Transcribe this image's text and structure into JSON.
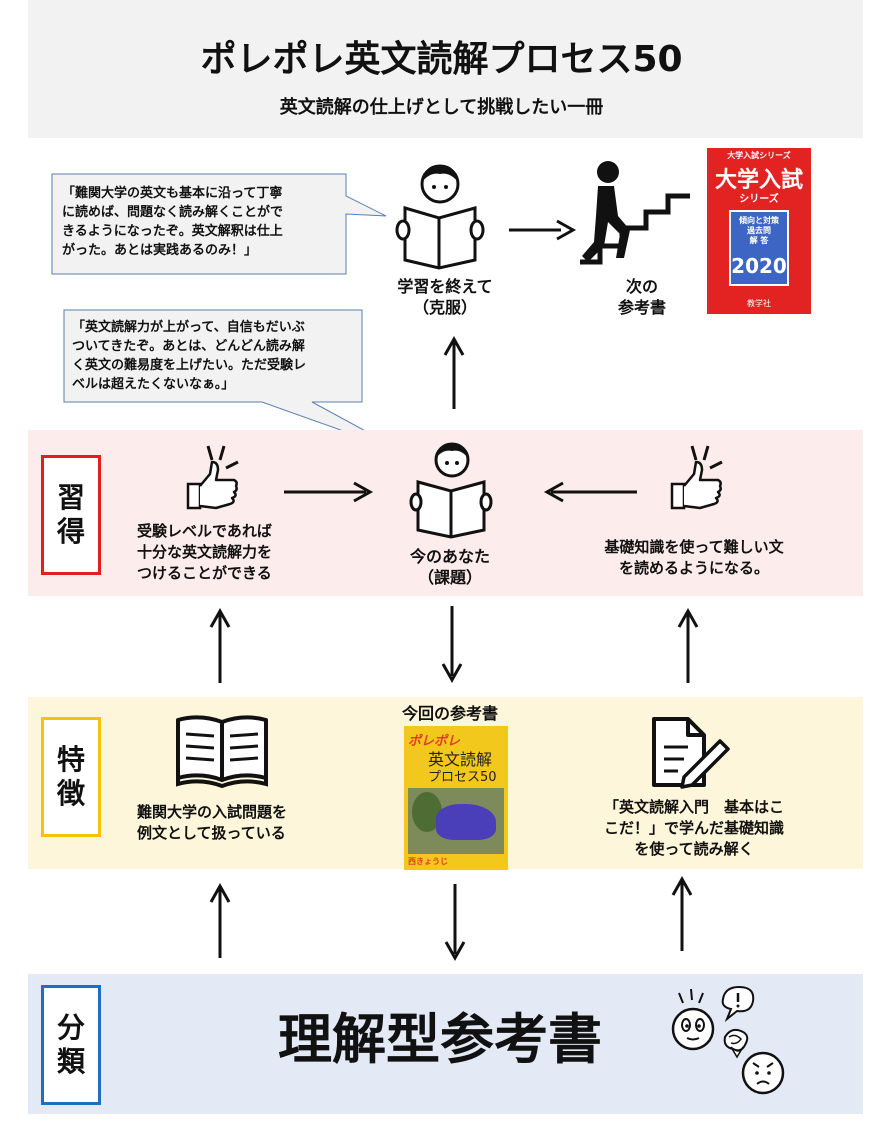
{
  "header": {
    "title": "ポレポレ英文読解プロセス50",
    "subtitle": "英文読解の仕上げとして挑戦したい一冊"
  },
  "top": {
    "bubble1": "「難関大学の英文も基本に沿って丁寧\nに読めば、問題なく読み解くことがで\nきるようになったぞ。英文解釈は仕上\nがった。あとは実践あるのみ！」",
    "bubble2": "「英文読解力が上がって、自信もだいぶ\nついてきたぞ。あとは、どんどん読み解\nく英文の難易度を上げたい。ただ受験レ\nベルは超えたくないなぁ。」",
    "finished_label": "学習を終えて\n（克服）",
    "next_label": "次の\n参考書",
    "next_book": {
      "series_top": "大学入試シリーズ",
      "title": "大学入試",
      "series": "シリーズ",
      "sub": "傾向と対策\n過去問\n解 答",
      "year": "2020",
      "publisher": "教学社"
    }
  },
  "acquire": {
    "label": [
      "習",
      "得"
    ],
    "left_text": "受験レベルであれば\n十分な英文読解力を\nつけることができる",
    "center_text": "今のあなた\n（課題）",
    "right_text": "基礎知識を使って難しい文\nを読めるようになる。"
  },
  "features": {
    "label": [
      "特",
      "徴"
    ],
    "current_book_label": "今回の参考書",
    "book": {
      "brand": "ポレポレ",
      "title1": "英文読解",
      "title2": "プロセス50",
      "author": "西きょうじ"
    },
    "left_text": "難関大学の入試問題を\n例文として扱っている",
    "right_text": "「英文読解入門　基本はこ\nこだ！」で学んだ基礎知識\nを使って読み解く"
  },
  "classify": {
    "label": [
      "分",
      "類"
    ],
    "type": "理解型参考書"
  },
  "colors": {
    "header_bg": "#f2f2f2",
    "acquire_bg": "#fdecec",
    "features_bg": "#fdf6db",
    "classify_bg": "#e3e9f5",
    "acquire_border": "#e0201f",
    "features_border": "#f6c20a",
    "classify_border": "#1f6fc0",
    "next_book_red": "#e32322"
  }
}
